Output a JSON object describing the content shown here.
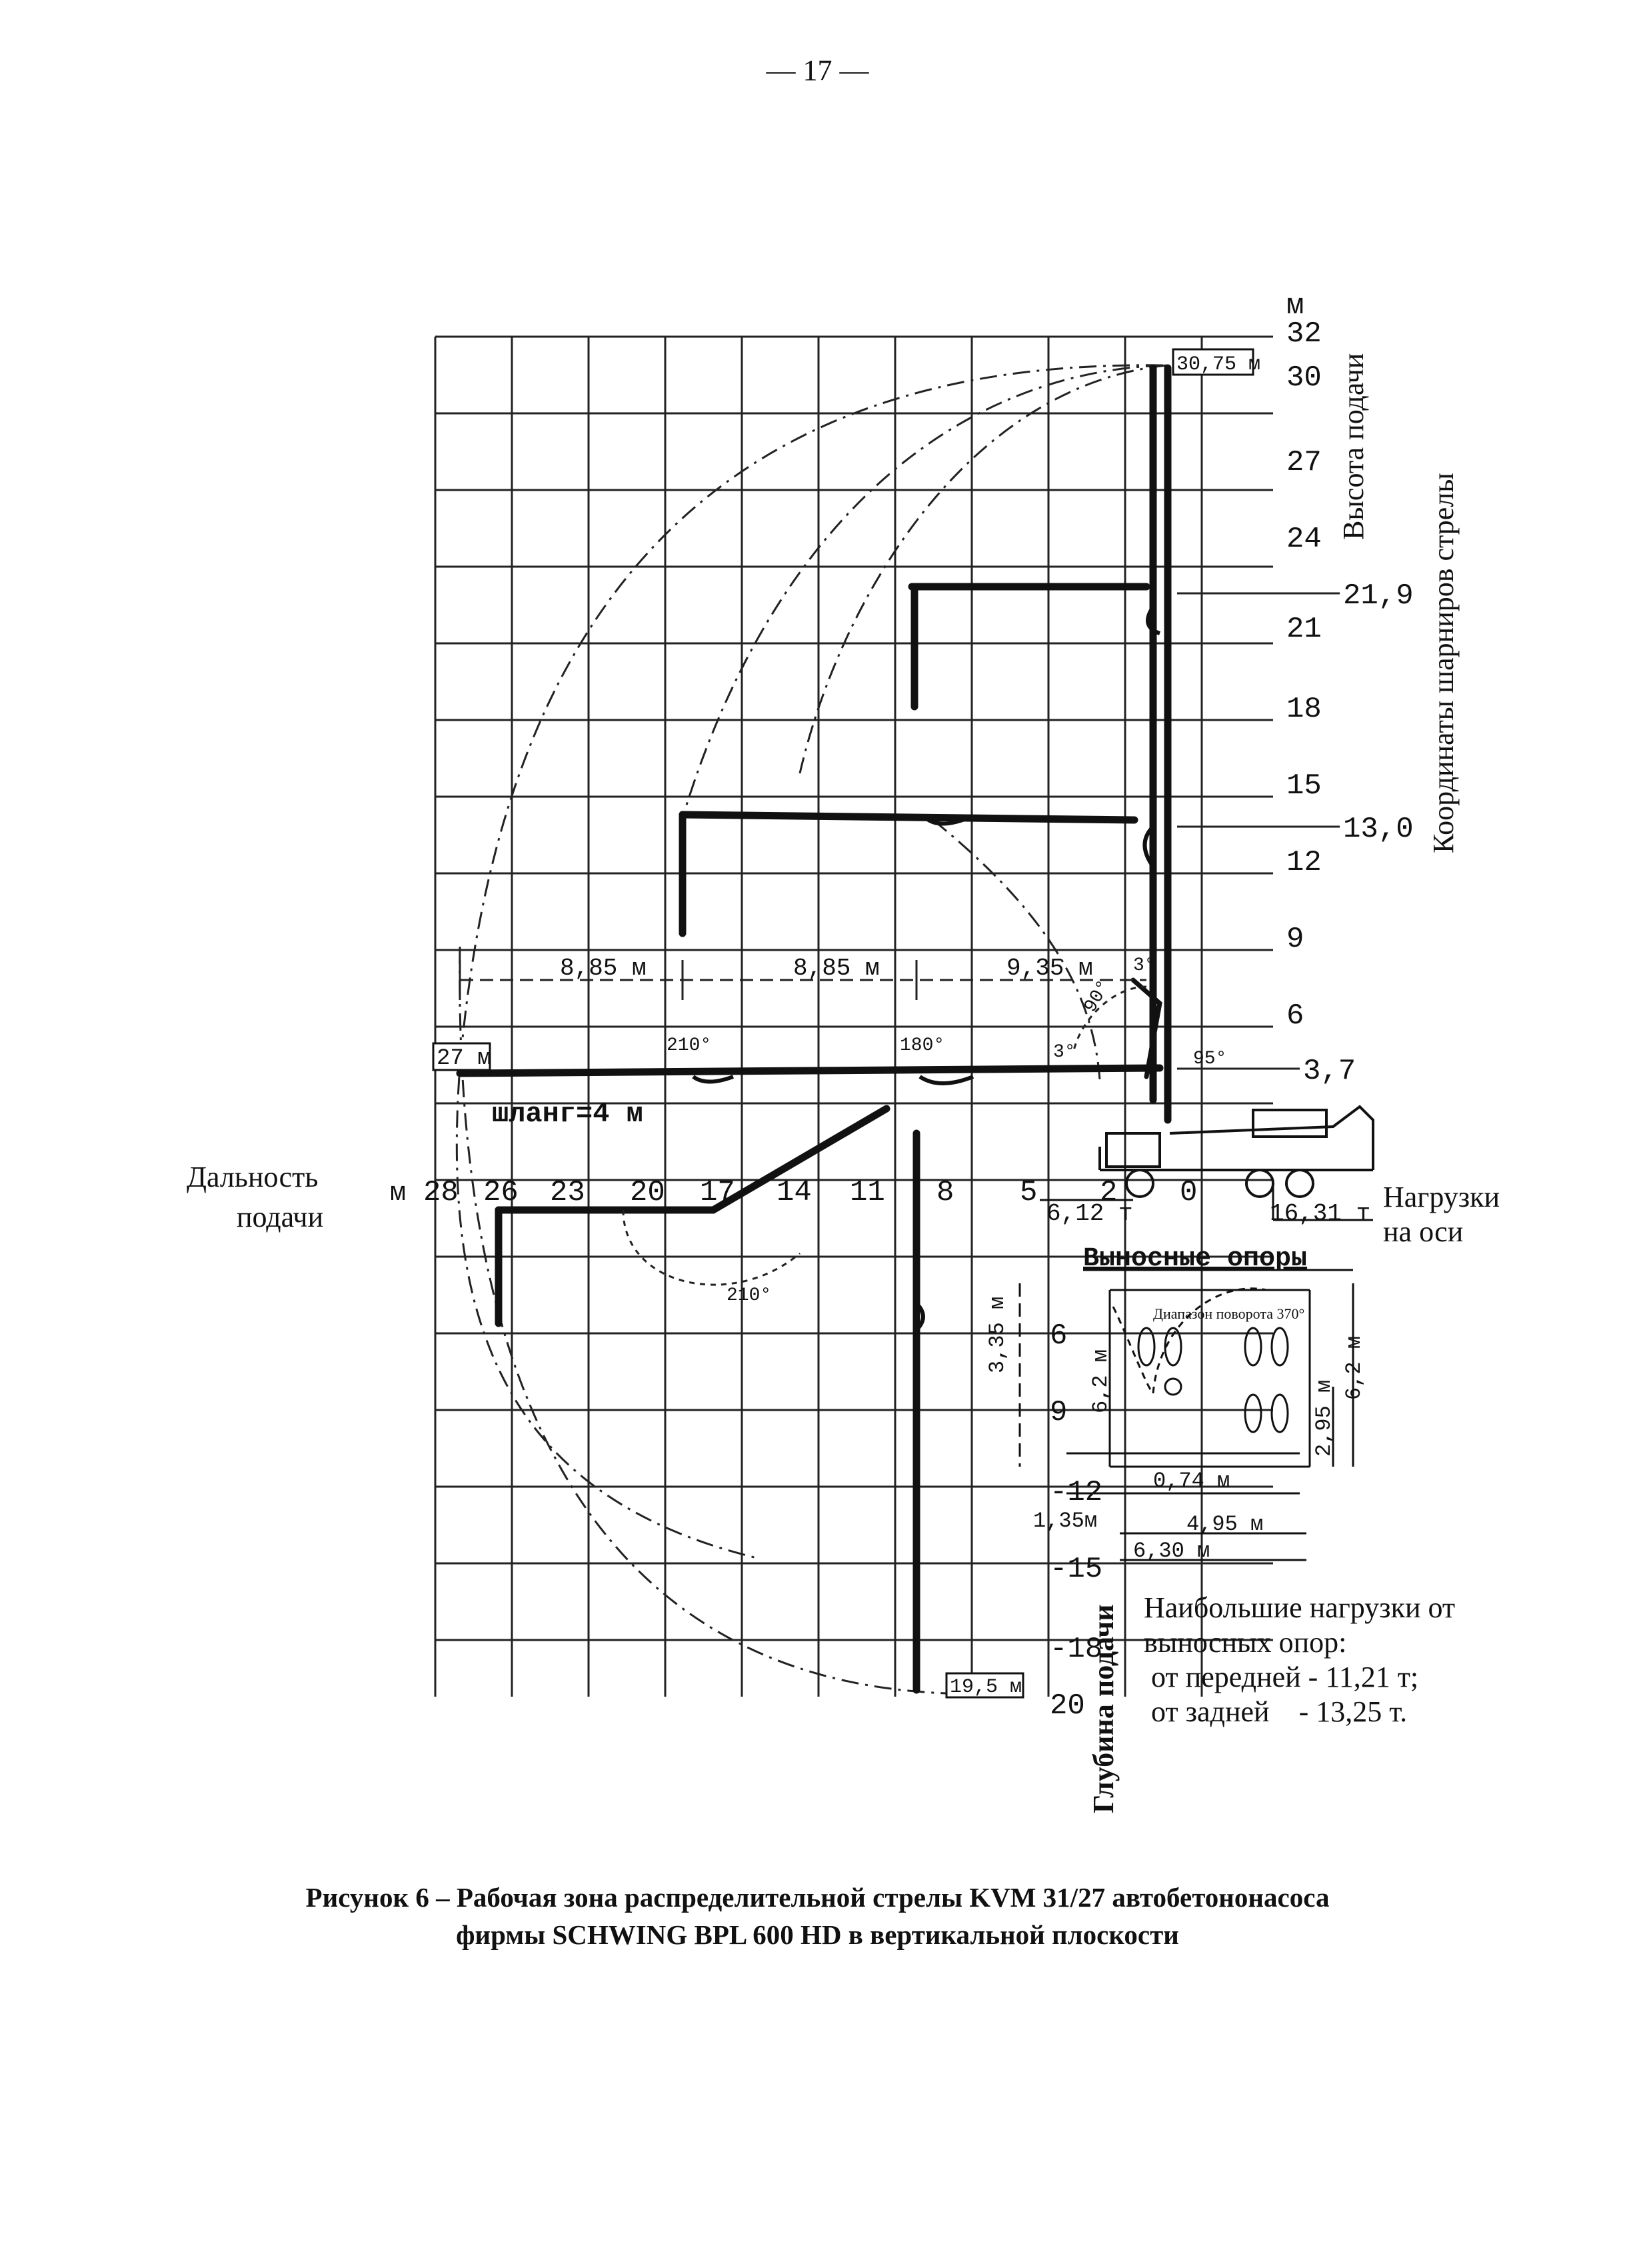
{
  "page_number": "— 17 —",
  "axes": {
    "height_unit": "м",
    "height_label": "Высота подачи",
    "hinge_label": "Координаты шарниров стрелы",
    "reach_label_line1": "Дальность",
    "reach_label_line2": "подачи",
    "reach_unit": "м",
    "depth_label": "Глубина подачи",
    "axle_label_line1": "Нагрузки",
    "axle_label_line2": "на оси",
    "height_ticks": [
      "32",
      "30",
      "27",
      "24",
      "21",
      "18",
      "15",
      "12",
      "9",
      "6"
    ],
    "depth_ticks": [
      "6",
      "9",
      "-12",
      "-15",
      "-18",
      "20"
    ],
    "reach_ticks": [
      "28",
      "26",
      "23",
      "20",
      "17",
      "14",
      "11",
      "8",
      "5",
      "2",
      "0"
    ],
    "hinge_marks": [
      "21,9",
      "13,0",
      "3,7"
    ]
  },
  "boom": {
    "max_height": "30,75 м",
    "max_reach": "27 м",
    "max_depth": "19,5 м",
    "hose": "шланг=4 м",
    "sections": [
      "8,85 м",
      "8,85 м",
      "9,35 м"
    ],
    "angles": [
      "210°",
      "180°",
      "90°",
      "3°",
      "3°",
      "95°",
      "210°"
    ]
  },
  "axle_loads": {
    "front": "6,12 т",
    "rear": "16,31 т"
  },
  "outriggers": {
    "title": "Выносные опоры",
    "rotation": "Диапазон поворота 370°",
    "dims": [
      "3,35 м",
      "6,2 м",
      "6,2 м",
      "2,95 м",
      "0,74 м",
      "1,35м",
      "4,95 м",
      "6,30 м"
    ]
  },
  "notes": {
    "line1": "Наибольшие нагрузки от",
    "line2": "выносных опор:",
    "line3": " от передней - 11,21 т;",
    "line4": " от задней    - 13,25 т."
  },
  "caption": {
    "line1": "Рисунок 6 – Рабочая зона распределительной стрелы KVM 31/27 автобетононасоса",
    "line2": "фирмы SCHWING   BPL 600 HD в вертикальной плоскости"
  }
}
